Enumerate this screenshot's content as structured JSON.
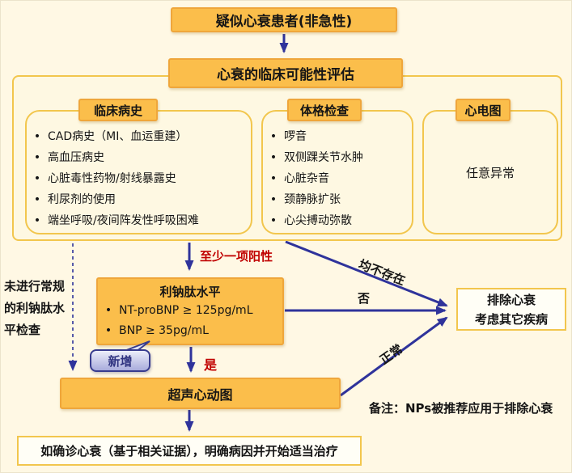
{
  "title_box": "疑似心衰患者(非急性)",
  "assess_box": "心衰的临床可能性评估",
  "columns": [
    {
      "header": "临床病史",
      "items": [
        "CAD病史（MI、血运重建）",
        "高血压病史",
        "心脏毒性药物/射线暴露史",
        "利尿剂的使用",
        "端坐呼吸/夜间阵发性呼吸困难"
      ]
    },
    {
      "header": "体格检查",
      "items": [
        "啰音",
        "双侧踝关节水肿",
        "心脏杂音",
        "颈静脉扩张",
        "心尖搏动弥散"
      ]
    },
    {
      "header": "心电图",
      "center_text": "任意异常"
    }
  ],
  "left_note": "未进行常规的利钠肽水平检查",
  "np_box": {
    "title": "利钠肽水平",
    "items": [
      "NT-proBNP ≥ 125pg/mL",
      "BNP ≥ 35pg/mL"
    ]
  },
  "echo_box": "超声心动图",
  "confirm_box": "如确诊心衰（基于相关证据），明确病因并开始适当治疗",
  "exclude_box": {
    "line1": "排除心衰",
    "line2": "考虑其它疾病"
  },
  "labels": {
    "at_least_one_positive": "至少一项阳性",
    "yes": "是",
    "no": "否",
    "none_present": "均不存在",
    "normal": "正常",
    "new_badge": "新增"
  },
  "note": "备注：NPs被推荐应用于排除心衰",
  "colors": {
    "background": "#FFF8E4",
    "box_fill_orange": "#FBBE4B",
    "box_border_orange": "#EFA63B",
    "outline_gold": "#F2C64D",
    "arrow_navy": "#2F339B",
    "accent_red": "#C00000",
    "badge_fill": "#C9CCE9",
    "badge_border": "#383C8E"
  }
}
